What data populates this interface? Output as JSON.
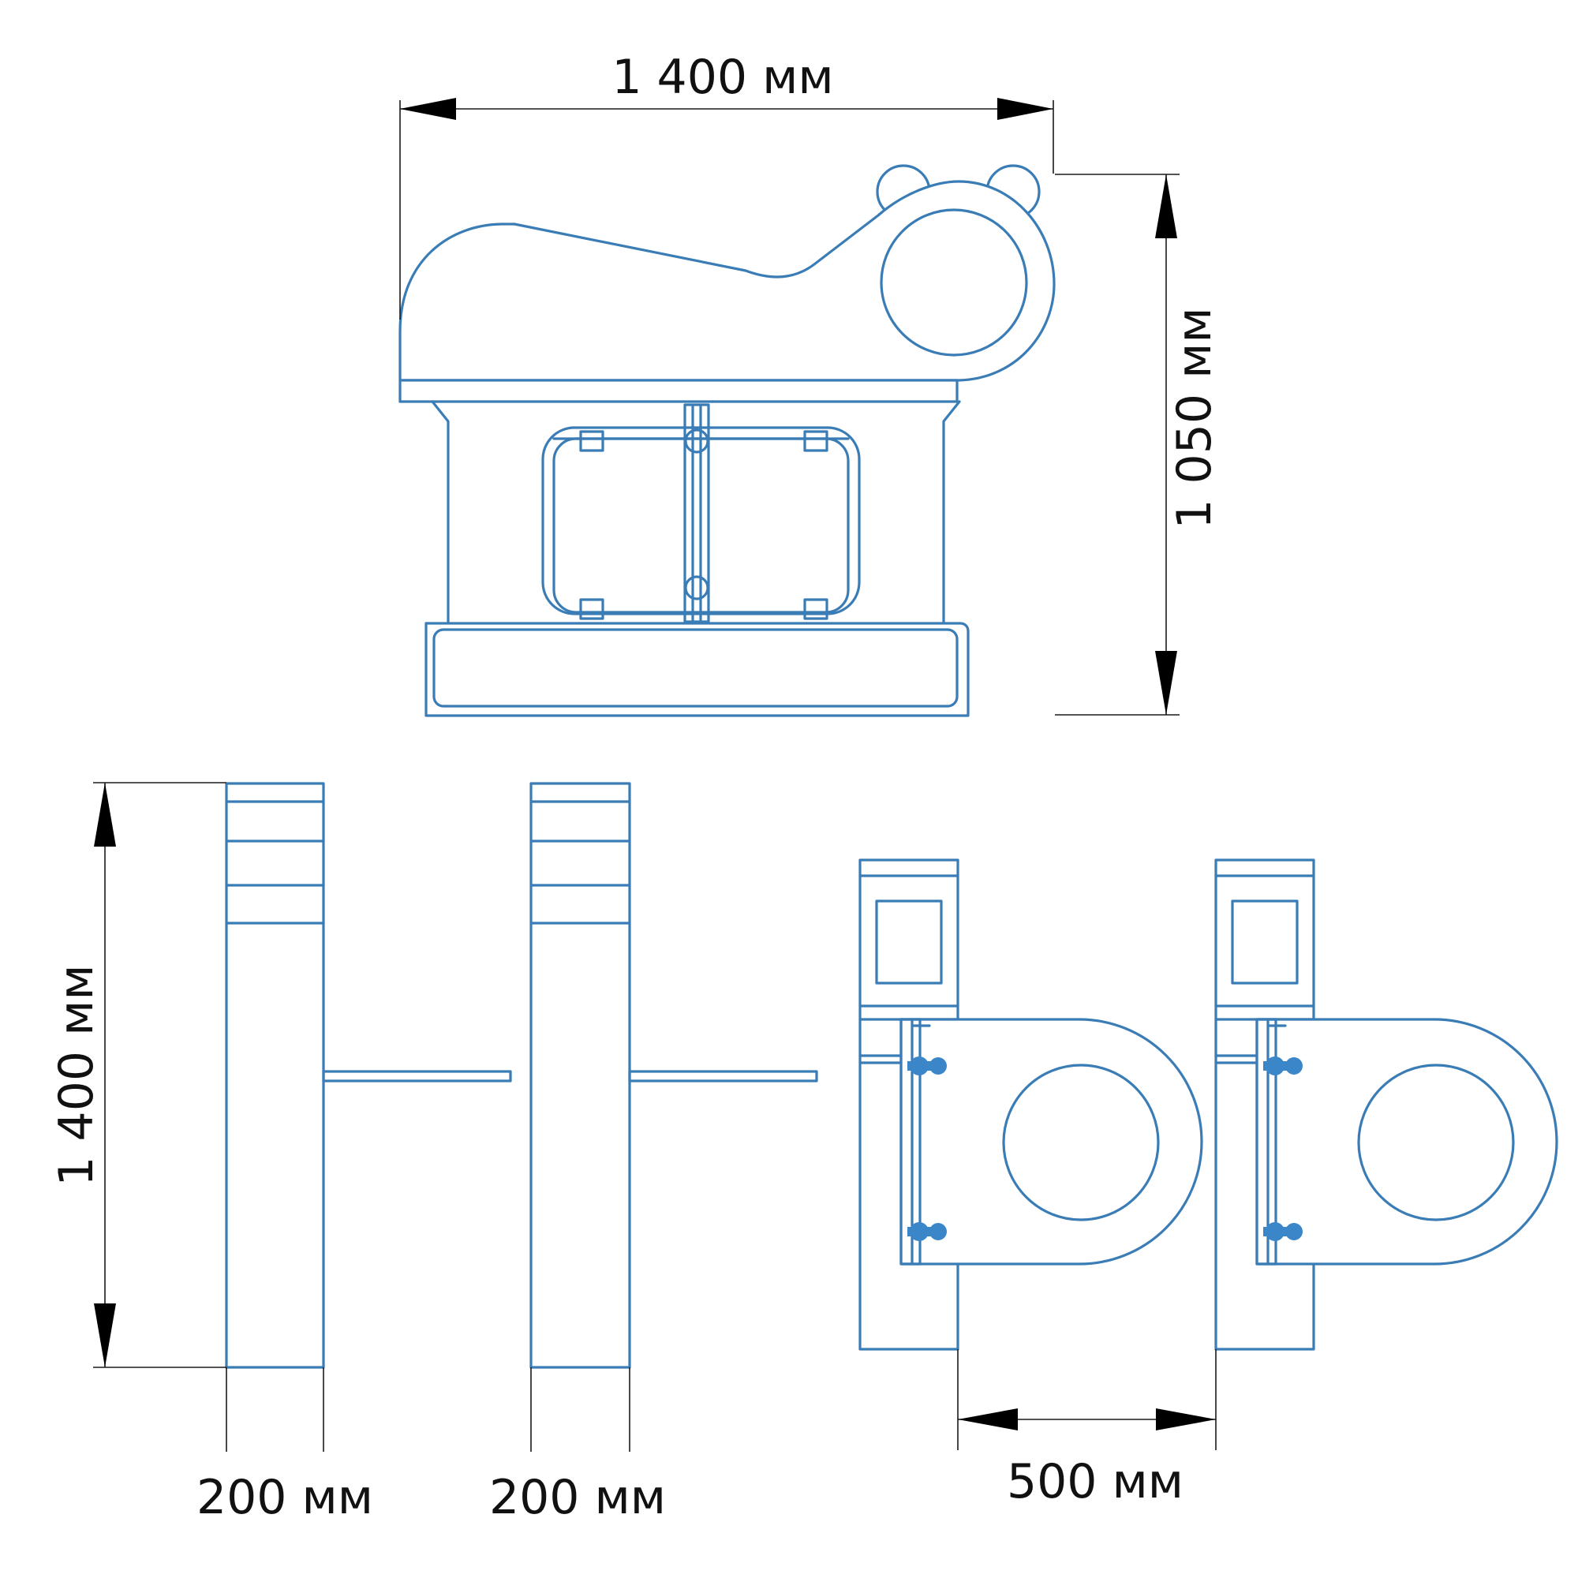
{
  "dimensions": {
    "top_width": "1 400 мм",
    "top_height": "1 050 мм",
    "side_height": "1 400 мм",
    "post1_width": "200 мм",
    "post2_width": "200 мм",
    "passage_width": "500 мм"
  },
  "colors": {
    "drawing_line": "#3a7cb5",
    "knob_fill": "#3a86c8",
    "dimension_line": "#000000"
  }
}
